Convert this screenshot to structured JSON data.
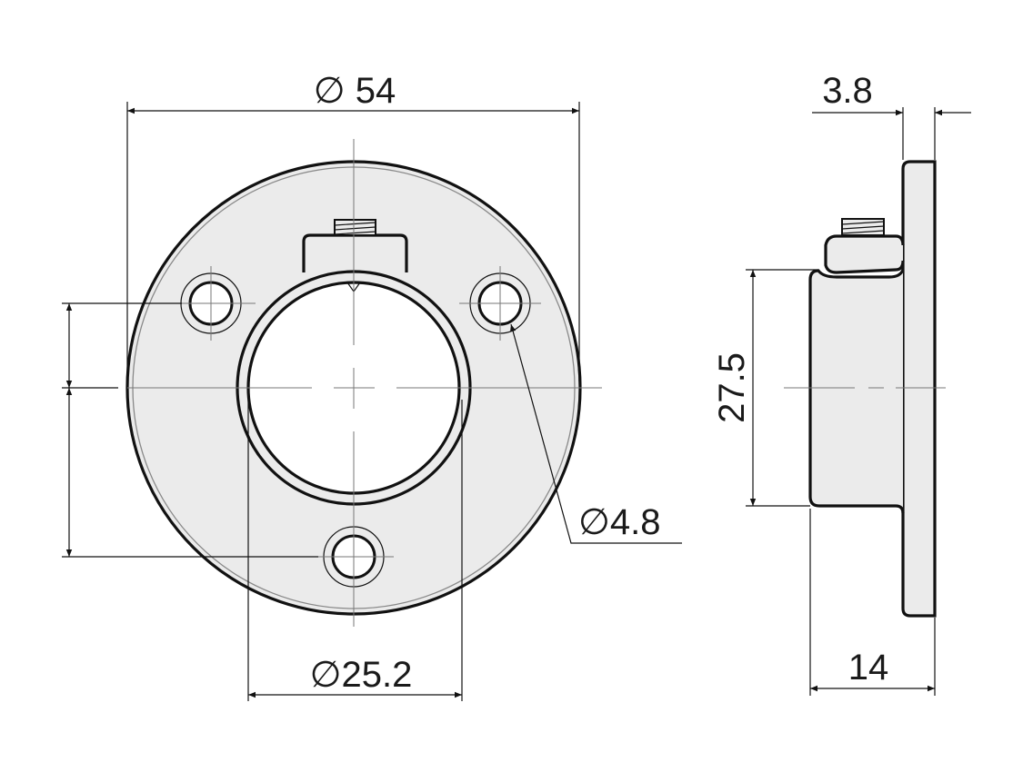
{
  "dimensions": {
    "outer_diameter": "∅ 54",
    "bore_diameter": "∅25.2",
    "hole_diameter": "∅4.8",
    "plate_thickness": "3.8",
    "body_height": "27.5",
    "overall_depth": "14"
  },
  "colors": {
    "part_fill": "#ebebeb",
    "line": "#111111"
  }
}
